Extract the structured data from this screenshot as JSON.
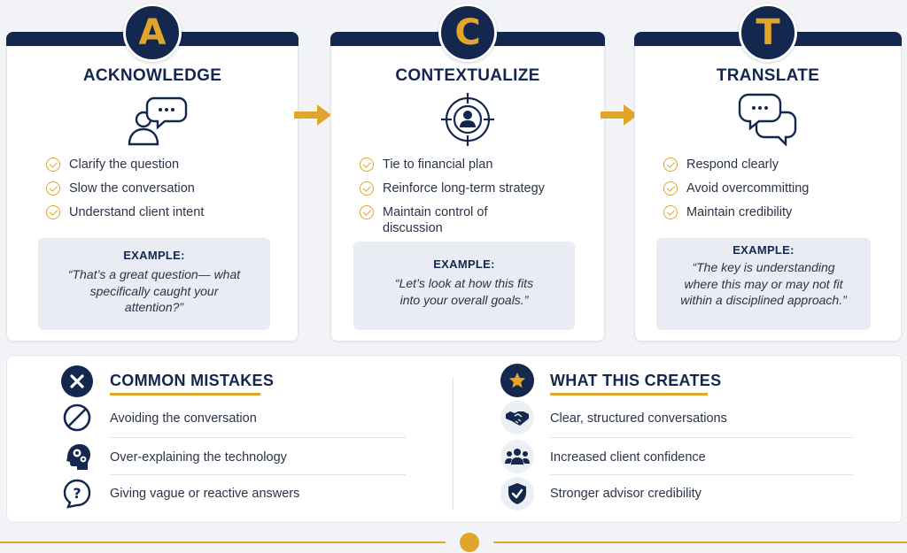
{
  "steps": [
    {
      "letter": "A",
      "title": "ACKNOWLEDGE",
      "icon": "person-speech-bubble-icon",
      "checks": [
        "Clarify the question",
        "Slow the conversation",
        "Understand client intent"
      ],
      "example_label": "EXAMPLE:",
      "example_text": "“That’s a great question— what specifically caught your attention?”"
    },
    {
      "letter": "C",
      "title": "CONTEXTUALIZE",
      "icon": "target-person-icon",
      "checks": [
        "Tie to financial plan",
        "Reinforce long-term strategy",
        "Maintain control of discussion"
      ],
      "example_label": "EXAMPLE:",
      "example_text": "“Let’s look at how this fits into your overall goals.”"
    },
    {
      "letter": "T",
      "title": "TRANSLATE",
      "icon": "chat-bubbles-icon",
      "checks": [
        "Respond clearly",
        "Avoid overcommitting",
        "Maintain credibility"
      ],
      "example_label": "EXAMPLE:",
      "example_text": "“The key is understanding where this may or may not fit within a disciplined approach.”"
    }
  ],
  "mistakes": {
    "title": "COMMON MISTAKES",
    "icon": "x-circle-icon",
    "items": [
      {
        "icon": "prohibited-icon",
        "text": "Avoiding the conversation"
      },
      {
        "icon": "head-gears-icon",
        "text": "Over-explaining the technology"
      },
      {
        "icon": "question-bubble-icon",
        "text": "Giving vague or reactive answers"
      }
    ]
  },
  "creates": {
    "title": "WHAT THIS CREATES",
    "icon": "star-circle-icon",
    "items": [
      {
        "icon": "handshake-icon",
        "text": "Clear, structured conversations"
      },
      {
        "icon": "group-icon",
        "text": "Increased client confidence"
      },
      {
        "icon": "shield-check-icon",
        "text": "Stronger advisor credibility"
      }
    ]
  },
  "colors": {
    "navy": "#14274e",
    "gold": "#e0a52a",
    "background": "#f3f4f7",
    "example_bg": "#e9ecf2"
  }
}
